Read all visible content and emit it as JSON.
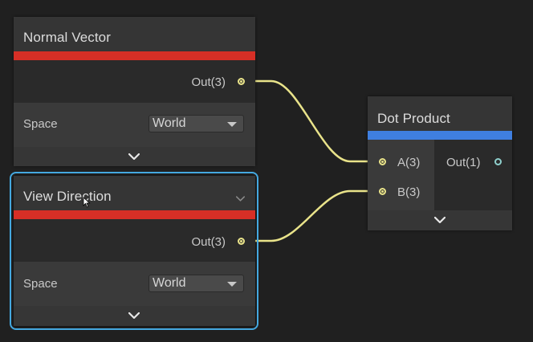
{
  "nodes": {
    "normal_vector": {
      "title": "Normal Vector",
      "output_label": "Out(3)",
      "property_label": "Space",
      "dropdown_value": "World",
      "accent_color": "#d62f26"
    },
    "view_direction": {
      "title": "View Direction",
      "output_label": "Out(3)",
      "property_label": "Space",
      "dropdown_value": "World",
      "accent_color": "#d62f26",
      "selected": true,
      "selection_color": "#44a8e0"
    },
    "dot_product": {
      "title": "Dot Product",
      "input_a_label": "A(3)",
      "input_b_label": "B(3)",
      "output_label": "Out(1)",
      "accent_color": "#3f7fe0"
    }
  },
  "icons": {
    "collapse": "chevron-down-icon",
    "dropdown": "caret-down-icon",
    "port_vector3": "filled-port-icon",
    "port_vector1": "hollow-port-icon"
  },
  "colors": {
    "wire": "#e9e38a",
    "port_vector1": "#8fd0cd",
    "canvas": "#202020"
  }
}
